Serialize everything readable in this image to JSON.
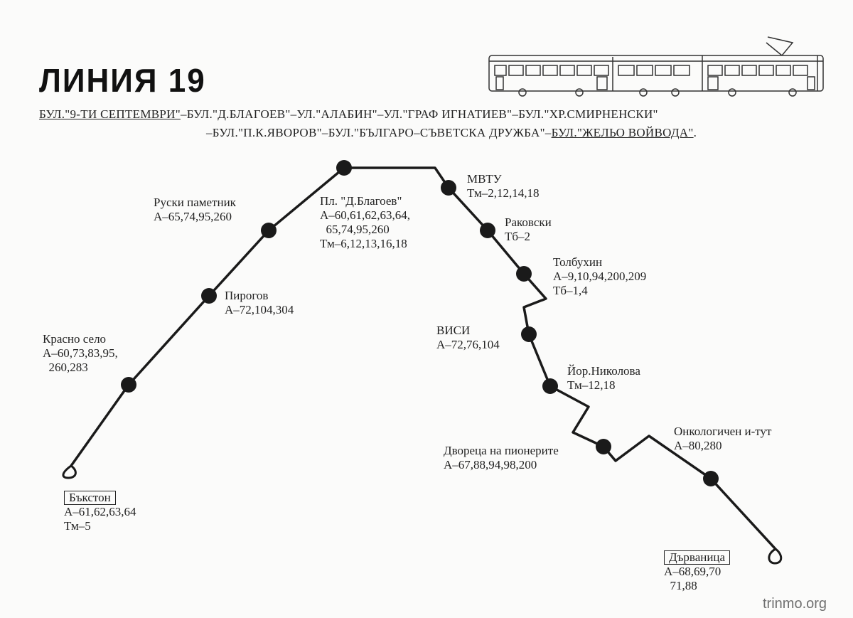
{
  "title": "ЛИНИЯ 19",
  "route": {
    "line1_underlined": "БУЛ.\"9-ТИ СЕПТЕМВРИ\"",
    "line1_rest": "–БУЛ.\"Д.БЛАГОЕВ\"–УЛ.\"АЛАБИН\"–УЛ.\"ГРАФ ИГНАТИЕВ\"–БУЛ.\"ХР.СМИРНЕНСКИ\"",
    "line2_start": "–БУЛ.\"П.К.ЯВОРОВ\"–БУЛ.\"БЪЛГАРО–СЪВЕТСКА ДРУЖБА\"–",
    "line2_underlined": "БУЛ.\"ЖЕЛЬО ВОЙВОДА\"",
    "line2_end": "."
  },
  "stops": [
    {
      "name": "Бъкстон",
      "lines": [
        "А–61,62,63,64",
        "Тм–5"
      ],
      "terminal": true
    },
    {
      "name": "Красно село",
      "lines": [
        "А–60,73,83,95,",
        "  260,283"
      ]
    },
    {
      "name": "Пирогов",
      "lines": [
        "А–72,104,304"
      ]
    },
    {
      "name": "Руски паметник",
      "lines": [
        "А–65,74,95,260"
      ]
    },
    {
      "name": "Пл. \"Д.Благоев\"",
      "lines": [
        "А–60,61,62,63,64,",
        "  65,74,95,260",
        "Тм–6,12,13,16,18"
      ]
    },
    {
      "name": "МВТУ",
      "lines": [
        "Тм–2,12,14,18"
      ]
    },
    {
      "name": "Раковски",
      "lines": [
        "Тб–2"
      ]
    },
    {
      "name": "Толбухин",
      "lines": [
        "А–9,10,94,200,209",
        "Тб–1,4"
      ]
    },
    {
      "name": "ВИСИ",
      "lines": [
        "А–72,76,104"
      ]
    },
    {
      "name": "Йор.Николова",
      "lines": [
        "Тм–12,18"
      ]
    },
    {
      "name": "Двореца на пионерите",
      "lines": [
        "А–67,88,94,98,200"
      ]
    },
    {
      "name": "Онкологичен и-тут",
      "lines": [
        "А–80,280"
      ]
    },
    {
      "name": "Дърваница",
      "lines": [
        "А–68,69,70",
        "  71,88"
      ],
      "terminal": true
    }
  ],
  "credit": "trinmo.org"
}
